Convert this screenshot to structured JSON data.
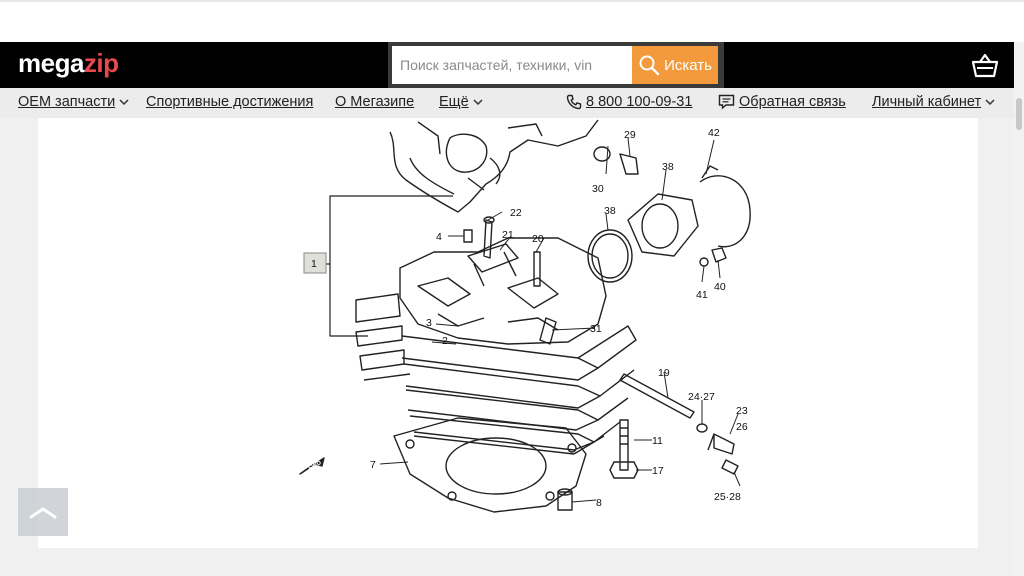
{
  "header": {
    "logo_main": "mega",
    "logo_accent": "zip",
    "search_placeholder": "Поиск запчастей, техники, vin",
    "search_button": "Искать"
  },
  "nav": {
    "oem": "OEM запчасти",
    "sport": "Спортивные достижения",
    "about": "О Мегазипе",
    "more": "Ещё",
    "phone": "8 800 100-09-31",
    "feedback": "Обратная связь",
    "account": "Личный кабинет"
  },
  "diagram": {
    "callouts": [
      "1",
      "2",
      "3",
      "4",
      "7",
      "8",
      "11",
      "17",
      "19",
      "20",
      "21",
      "22",
      "23",
      "24·27",
      "25·28",
      "26",
      "29",
      "30",
      "31",
      "38",
      "38",
      "40",
      "41",
      "42"
    ],
    "fwd": "FWD"
  },
  "colors": {
    "header_bg": "#000000",
    "accent": "#f39a3d",
    "logo_accent": "#e8474f",
    "nav_bg": "#ececec"
  }
}
